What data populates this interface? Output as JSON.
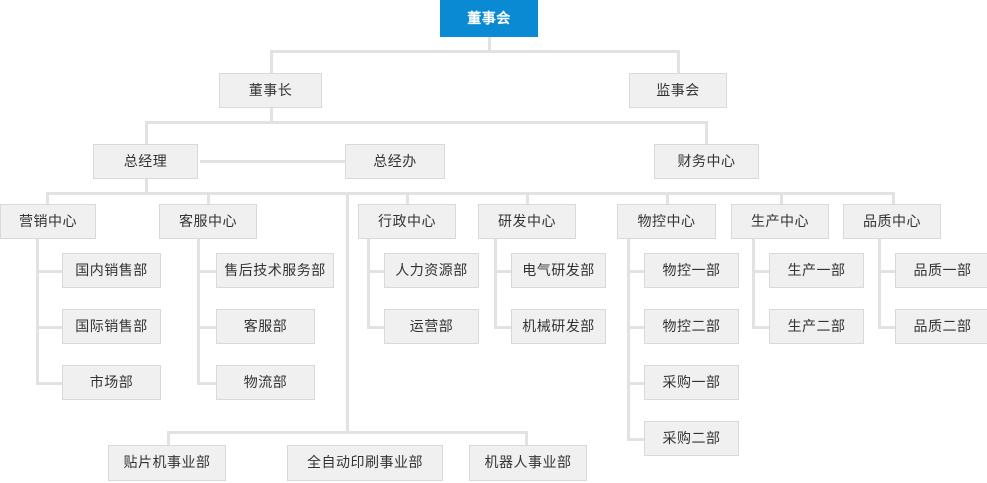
{
  "chart_data": {
    "type": "diagram",
    "diagram_type": "organizational-chart",
    "title": "",
    "colors": {
      "root_fill": "#0b8ad4",
      "root_text": "#ffffff",
      "node_fill": "#f0f0f0",
      "node_border": "#d9d9d9",
      "node_text": "#333333",
      "connector": "#e2e2e2",
      "background": "#ffffff"
    },
    "levels": [
      {
        "level": 0,
        "labels": [
          "董事会"
        ]
      },
      {
        "level": 1,
        "labels": [
          "董事长",
          "监事会"
        ]
      },
      {
        "level": 2,
        "labels": [
          "总经理",
          "总经办",
          "财务中心"
        ]
      },
      {
        "level": 3,
        "labels": [
          "营销中心",
          "客服中心",
          "行政中心",
          "研发中心",
          "物控中心",
          "生产中心",
          "品质中心"
        ]
      },
      {
        "level": 4,
        "labels": [
          "国内销售部",
          "国际销售部",
          "市场部",
          "售后技术服务部",
          "客服部",
          "物流部",
          "人力资源部",
          "运营部",
          "电气研发部",
          "机械研发部",
          "物控一部",
          "物控二部",
          "采购一部",
          "采购二部",
          "生产一部",
          "生产二部",
          "品质一部",
          "品质二部"
        ]
      },
      {
        "level": 5,
        "labels": [
          "贴片机事业部",
          "全自动印刷事业部",
          "机器人事业部"
        ]
      }
    ],
    "edges": [
      {
        "from": "董事会",
        "to": "董事长"
      },
      {
        "from": "董事会",
        "to": "监事会"
      },
      {
        "from": "董事长",
        "to": "总经理"
      },
      {
        "from": "董事长",
        "to": "财务中心"
      },
      {
        "from": "总经理",
        "to": "总经办"
      },
      {
        "from": "总经理",
        "to": "营销中心"
      },
      {
        "from": "总经理",
        "to": "客服中心"
      },
      {
        "from": "总经理",
        "to": "行政中心"
      },
      {
        "from": "总经理",
        "to": "研发中心"
      },
      {
        "from": "总经理",
        "to": "物控中心"
      },
      {
        "from": "总经理",
        "to": "生产中心"
      },
      {
        "from": "总经理",
        "to": "品质中心"
      },
      {
        "from": "总经理",
        "to": "贴片机事业部"
      },
      {
        "from": "总经理",
        "to": "全自动印刷事业部"
      },
      {
        "from": "总经理",
        "to": "机器人事业部"
      },
      {
        "from": "营销中心",
        "to": "国内销售部"
      },
      {
        "from": "营销中心",
        "to": "国际销售部"
      },
      {
        "from": "营销中心",
        "to": "市场部"
      },
      {
        "from": "客服中心",
        "to": "售后技术服务部"
      },
      {
        "from": "客服中心",
        "to": "客服部"
      },
      {
        "from": "客服中心",
        "to": "物流部"
      },
      {
        "from": "行政中心",
        "to": "人力资源部"
      },
      {
        "from": "行政中心",
        "to": "运营部"
      },
      {
        "from": "研发中心",
        "to": "电气研发部"
      },
      {
        "from": "研发中心",
        "to": "机械研发部"
      },
      {
        "from": "物控中心",
        "to": "物控一部"
      },
      {
        "from": "物控中心",
        "to": "物控二部"
      },
      {
        "from": "物控中心",
        "to": "采购一部"
      },
      {
        "from": "物控中心",
        "to": "采购二部"
      },
      {
        "from": "生产中心",
        "to": "生产一部"
      },
      {
        "from": "生产中心",
        "to": "生产二部"
      },
      {
        "from": "品质中心",
        "to": "品质一部"
      },
      {
        "from": "品质中心",
        "to": "品质二部"
      }
    ]
  },
  "nodes": {
    "board_of_directors": "董事会",
    "chairman": "董事长",
    "board_of_supervisors": "监事会",
    "general_manager": "总经理",
    "gm_office": "总经办",
    "finance_center": "财务中心",
    "marketing_center": "营销中心",
    "customer_service_center": "客服中心",
    "administration_center": "行政中心",
    "rd_center": "研发中心",
    "material_control_center": "物控中心",
    "production_center": "生产中心",
    "quality_center": "品质中心",
    "domestic_sales_dept": "国内销售部",
    "international_sales_dept": "国际销售部",
    "market_dept": "市场部",
    "after_sales_tech_service_dept": "售后技术服务部",
    "customer_service_dept": "客服部",
    "logistics_dept": "物流部",
    "hr_dept": "人力资源部",
    "operations_dept": "运营部",
    "electrical_rd_dept": "电气研发部",
    "mechanical_rd_dept": "机械研发部",
    "material_control_dept_1": "物控一部",
    "material_control_dept_2": "物控二部",
    "purchasing_dept_1": "采购一部",
    "purchasing_dept_2": "采购二部",
    "production_dept_1": "生产一部",
    "production_dept_2": "生产二部",
    "quality_dept_1": "品质一部",
    "quality_dept_2": "品质二部",
    "smt_division": "贴片机事业部",
    "auto_printing_division": "全自动印刷事业部",
    "robotics_division": "机器人事业部"
  }
}
